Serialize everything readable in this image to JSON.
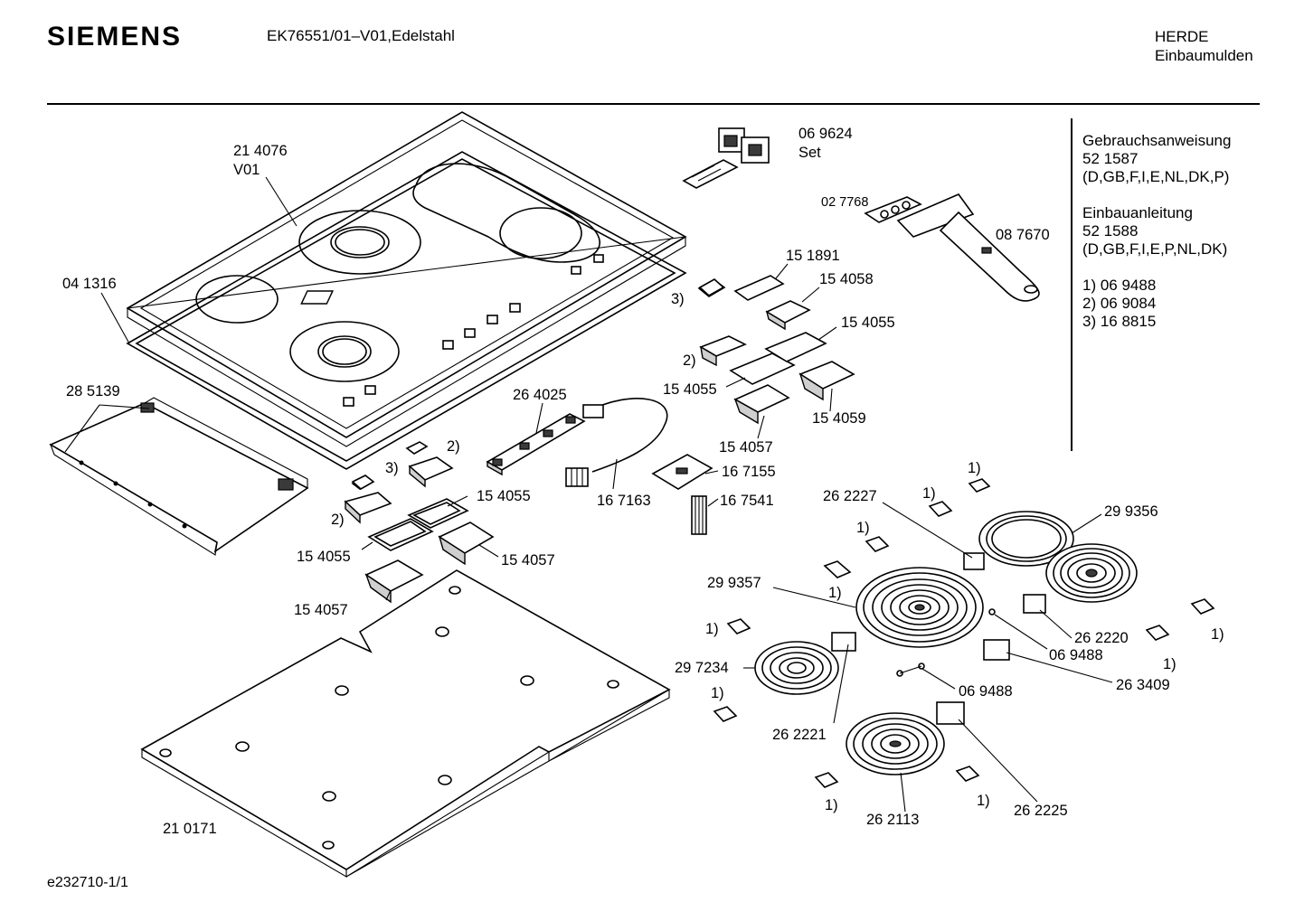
{
  "header": {
    "brand": "SIEMENS",
    "model": "EK76551/01–V01,Edelstahl",
    "category_line1": "HERDE",
    "category_line2": "Einbaumulden"
  },
  "sidebar": {
    "manual_title": "Gebrauchsanweisung",
    "manual_number": "52 1587",
    "manual_langs": "(D,GB,F,I,E,NL,DK,P)",
    "install_title": "Einbauanleitung",
    "install_number": "52 1588",
    "install_langs": "(D,GB,F,I,E,P,NL,DK)",
    "note1": "1)  06 9488",
    "note2": "2)  06 9084",
    "note3": "3)  16 8815"
  },
  "footer": {
    "drawing_id": "e232710-1/1"
  },
  "part_labels": {
    "p214076": "21 4076",
    "v01": "V01",
    "p069624": "06 9624",
    "set": "Set",
    "p027768": "02 7768",
    "p087670": "08 7670",
    "p041316": "04 1316",
    "p151891": "15 1891",
    "p154058": "15 4058",
    "p154055_a": "15 4055",
    "p154055_b": "15 4055",
    "p154059": "15 4059",
    "p154057_a": "15 4057",
    "p285139": "28 5139",
    "p264025": "26 4025",
    "p167155": "16 7155",
    "p167163": "16 7163",
    "p167541": "16 7541",
    "p154055_c": "15 4055",
    "p154055_d": "15 4055",
    "p154057_b": "15 4057",
    "p154057_c": "15 4057",
    "p262227": "26 2227",
    "p299356": "29 9356",
    "p299357": "29 9357",
    "p262220": "26 2220",
    "p069488_a": "06 9488",
    "p297234": "29 7234",
    "p263409": "26 3409",
    "p069488_b": "06 9488",
    "p262221": "26 2221",
    "p262113": "26 2113",
    "p262225": "26 2225",
    "p210171": "21 0171"
  },
  "footnote_marks": {
    "one": "1)",
    "two": "2)",
    "three": "3)"
  }
}
